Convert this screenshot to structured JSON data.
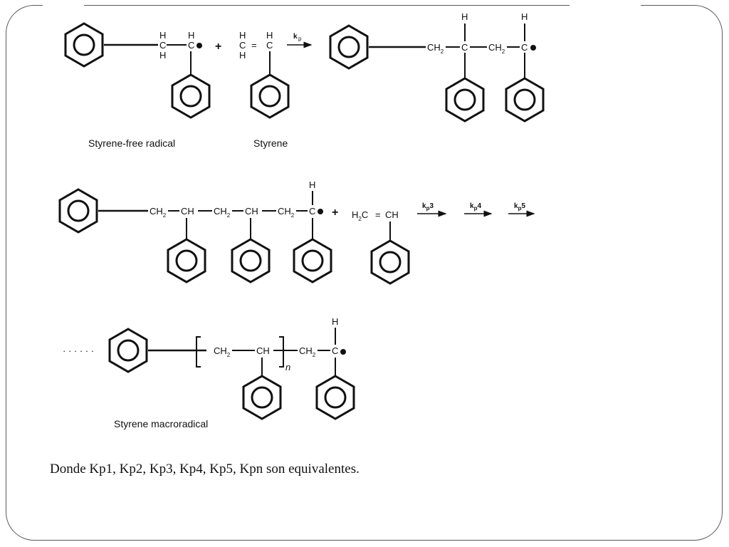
{
  "labels": {
    "styrene_free_radical": "Styrene-free radical",
    "styrene": "Styrene",
    "styrene_macroradical": "Styrene macroradical"
  },
  "atoms": {
    "h": "H",
    "c": "C",
    "ch": "CH",
    "ch2_c": "CH",
    "ch2_sub": "2",
    "h2c_h": "H",
    "h2c_sub": "2",
    "h2c_c": "C",
    "dbl": "=",
    "plus": "+",
    "n": "n",
    "dots": "· · · · · ·"
  },
  "rate_constants": {
    "k": "k",
    "p": "p",
    "kp_first_sub": "p",
    "kp3": "3",
    "kp4": "4",
    "kp5": "5"
  },
  "caption": "Donde Kp1, Kp2, Kp3, Kp4, Kp5, Kpn son equivalentes."
}
